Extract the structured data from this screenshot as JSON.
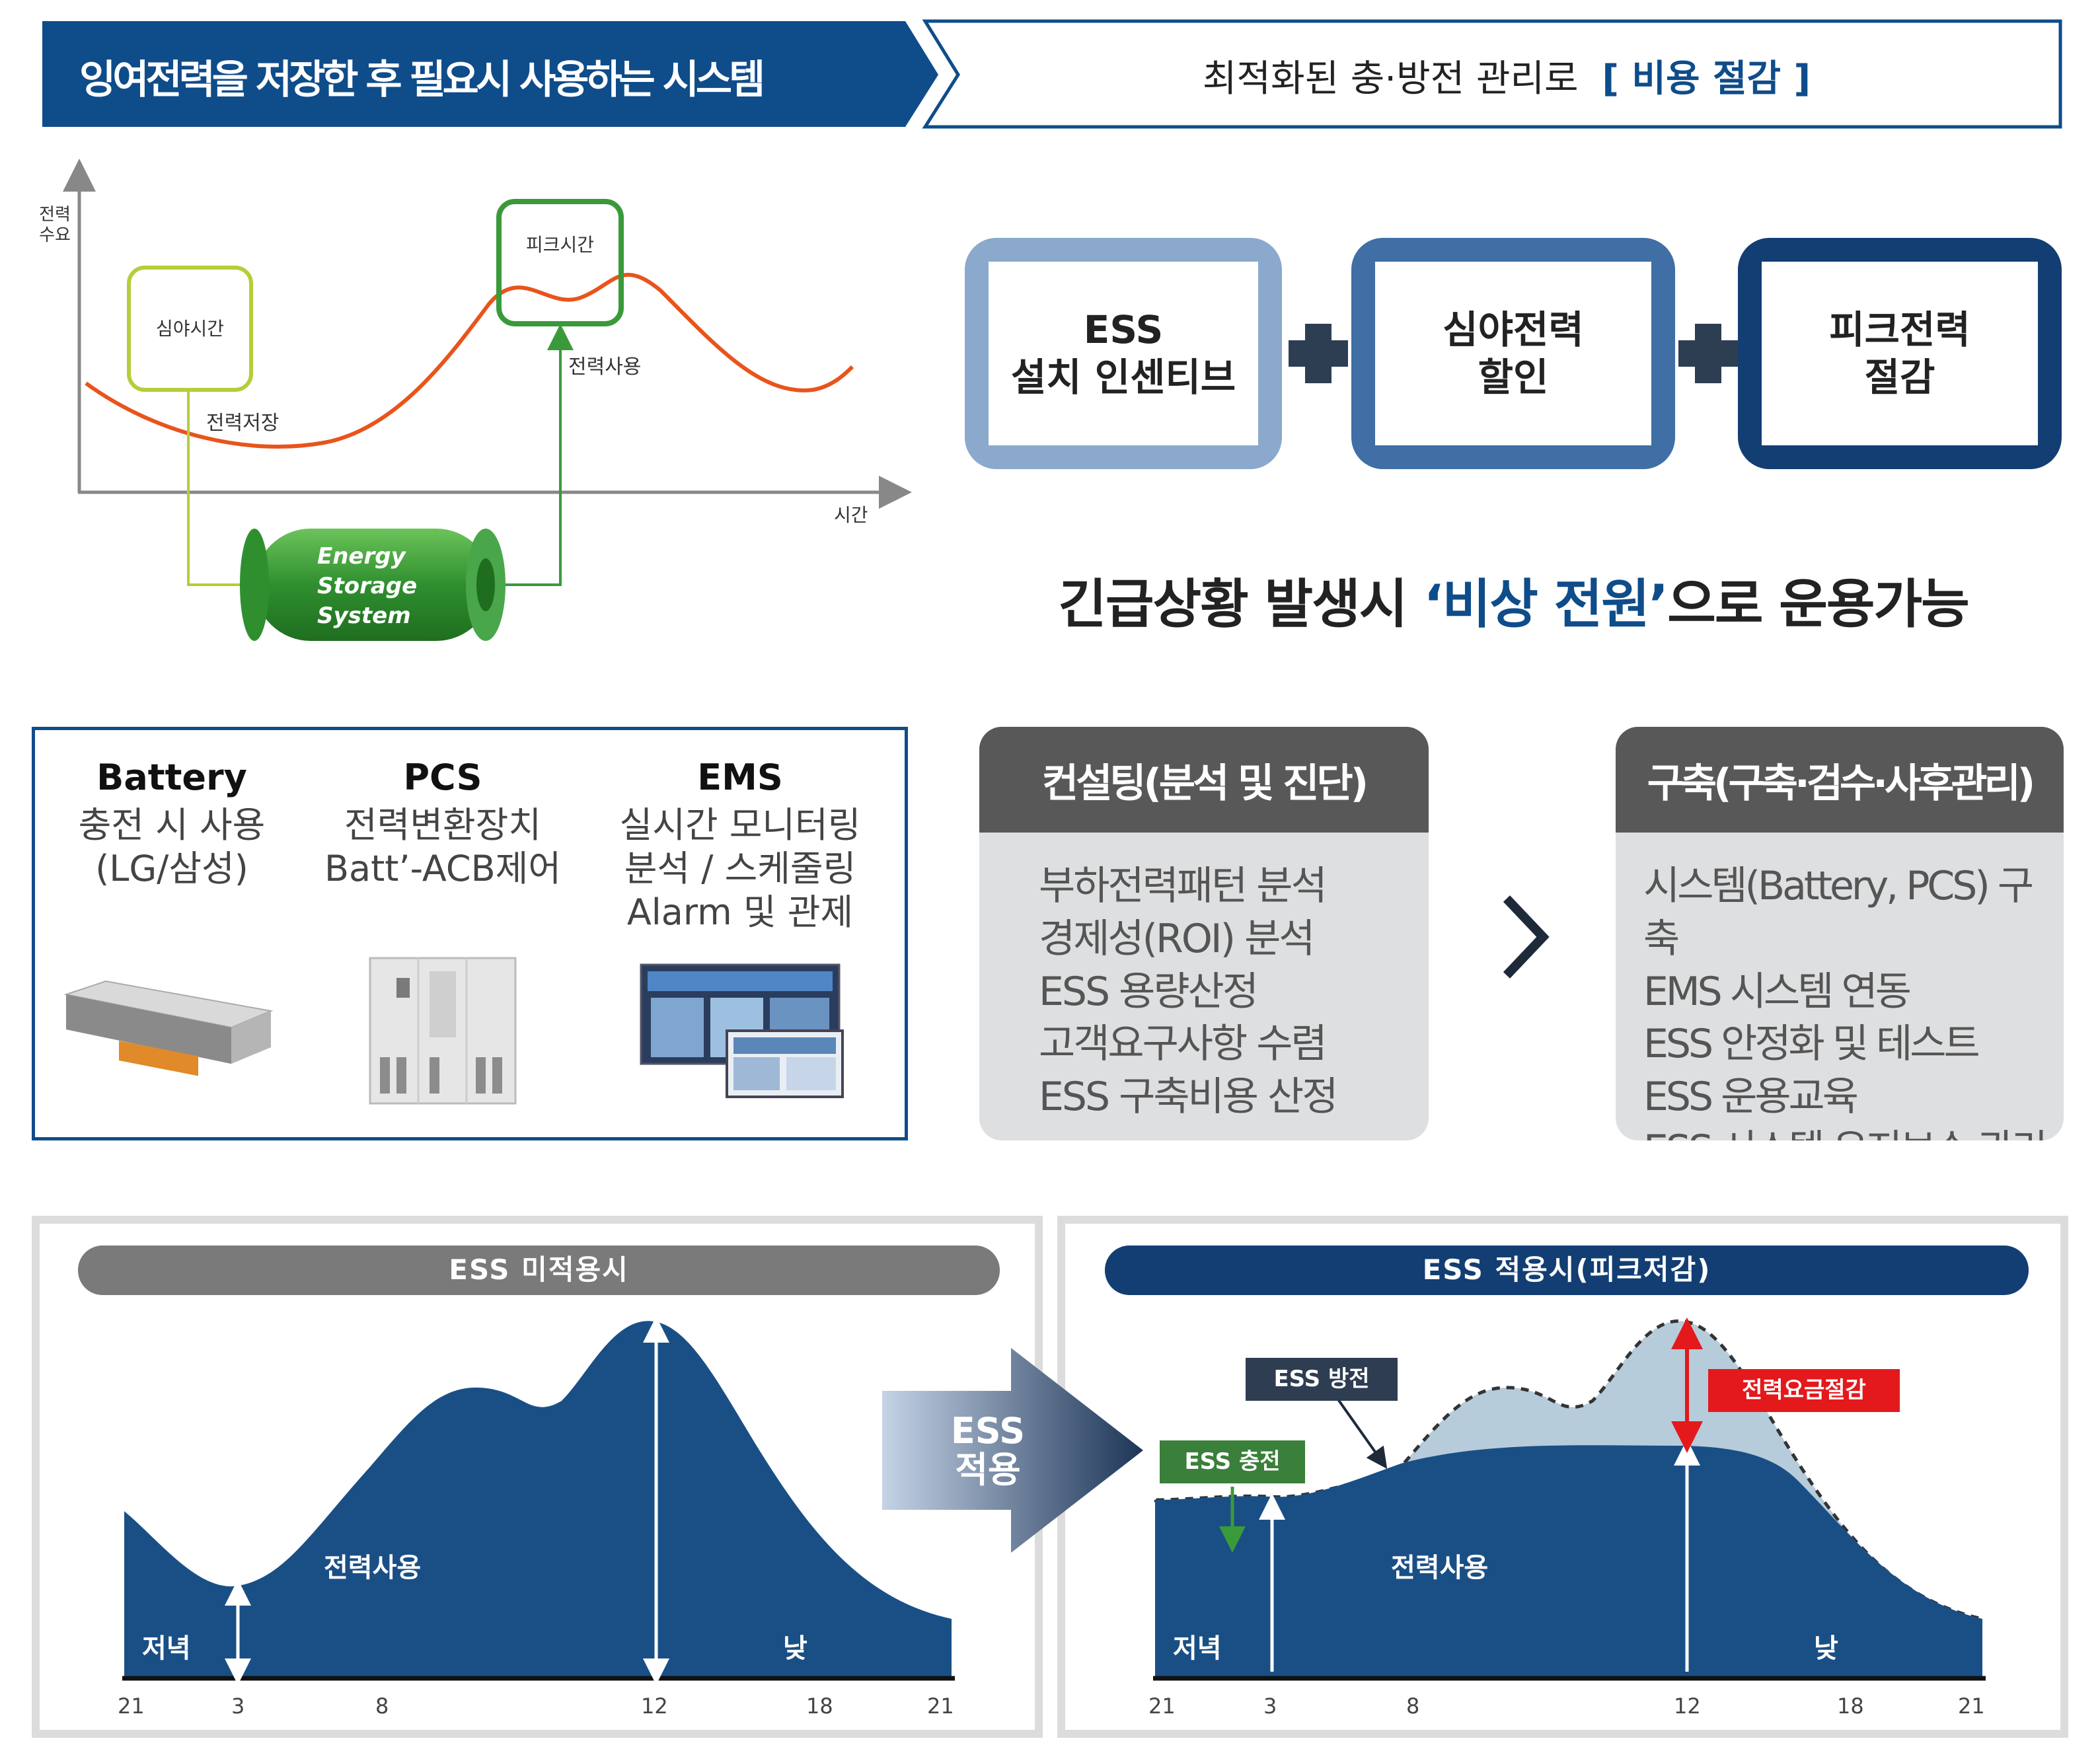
{
  "header": {
    "left_title": "잉여전력을 저장한 후 필요시 사용하는 시스템",
    "right_text": "최적화된 충·방전 관리로",
    "right_highlight": "[ 비용 절감 ]"
  },
  "curve_diagram": {
    "y_axis_label": "전력\n수요",
    "x_axis_label": "시간",
    "night_label": "심야시간",
    "peak_label": "피크시간",
    "store_label": "전력저장",
    "use_label": "전력사용",
    "battery_line1": "Energy",
    "battery_line2": "Storage",
    "battery_line3": "System"
  },
  "benefits": [
    {
      "label": "ESS\n설치 인센티브"
    },
    {
      "label": "심야전력\n할인"
    },
    {
      "label": "피크전력\n절감"
    }
  ],
  "emergency": {
    "prefix": "긴급상황 발생시 ",
    "highlight": "‘비상 전원’",
    "suffix": "으로 운용가능"
  },
  "components": [
    {
      "title": "Battery",
      "desc": "충전 시 사용\n(LG/삼성)"
    },
    {
      "title": "PCS",
      "desc": "전력변환장치\nBatt’-ACB제어"
    },
    {
      "title": "EMS",
      "desc": "실시간 모니터링\n분석 / 스케줄링\nAlarm 및 관제"
    }
  ],
  "services": [
    {
      "title": "컨설팅(분석 및 진단)",
      "items": [
        "부하전력패턴 분석",
        "경제성(ROI) 분석",
        "ESS 용량산정",
        "고객요구사항 수렴",
        "ESS 구축비용 산정"
      ]
    },
    {
      "title": "구축(구축·검수·사후관리)",
      "items": [
        "시스템(Battery, PCS) 구축",
        "EMS 시스템 연동",
        "ESS 안정화 및 테스트",
        "ESS 운용교육",
        "ESS 시스템 유지보수 관리"
      ]
    }
  ],
  "comparison": {
    "left_title": "ESS 미적용시",
    "right_title": "ESS 적용시(피크저감)",
    "arrow_text": "ESS\n적용",
    "x_ticks": [
      "21",
      "3",
      "8",
      "12",
      "18",
      "21"
    ],
    "usage_label": "전력사용",
    "evening_label": "저녁",
    "day_label": "낮",
    "charge_label": "ESS 충전",
    "discharge_label": "ESS 방전",
    "savings_label": "전력요금절감"
  },
  "colors": {
    "navy": "#0f4c8a",
    "dark_navy": "#123e73",
    "chart_fill": "#1a4f86",
    "orange_curve": "#e8541c",
    "green": "#3a9a3a",
    "lime": "#b7cc3a",
    "red": "#e3191c",
    "gray_header": "#585858"
  }
}
